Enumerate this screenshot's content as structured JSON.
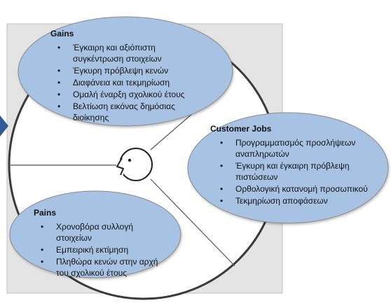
{
  "gains": {
    "title": "Gains",
    "items": [
      "Έγκαιρη και αξιόπιστη συγκέντρωση στοιχείων",
      "Έγκυρη πρόβλεψη κενών",
      "Διαφάνεια και τεκμηρίωση",
      "Ομαλή έναρξη σχολικού έτους",
      "Βελτίωση εικόνας δημόσιας διοίκησης"
    ]
  },
  "customer_jobs": {
    "title": "Customer Jobs",
    "items": [
      "Προγραμματισμός προσλήψεων αναπληρωτών",
      "Έγκυρη και έγκαιρη πρόβλεψη πιστώσεων",
      "Ορθολογική κατανομή προσωπικού",
      "Τεκμηρίωση αποφάσεων"
    ]
  },
  "pains": {
    "title": "Pains",
    "items": [
      "Χρονοβόρα συλλογή στοιχείων",
      "Εμπειρική εκτίμηση",
      "Πληθώρα κενών στην αρχή του σχολικού έτους"
    ]
  },
  "colors": {
    "bubble_fill": "#a8c2e4",
    "bubble_stroke": "#8a8a8a",
    "panel_fill": "#e4e4e4",
    "circle_fill": "#ffffff",
    "circle_stroke": "#3a3a3a",
    "arrow": "#2f5c97"
  },
  "icons": [
    "customer-face-icon",
    "arrow-right-icon"
  ]
}
